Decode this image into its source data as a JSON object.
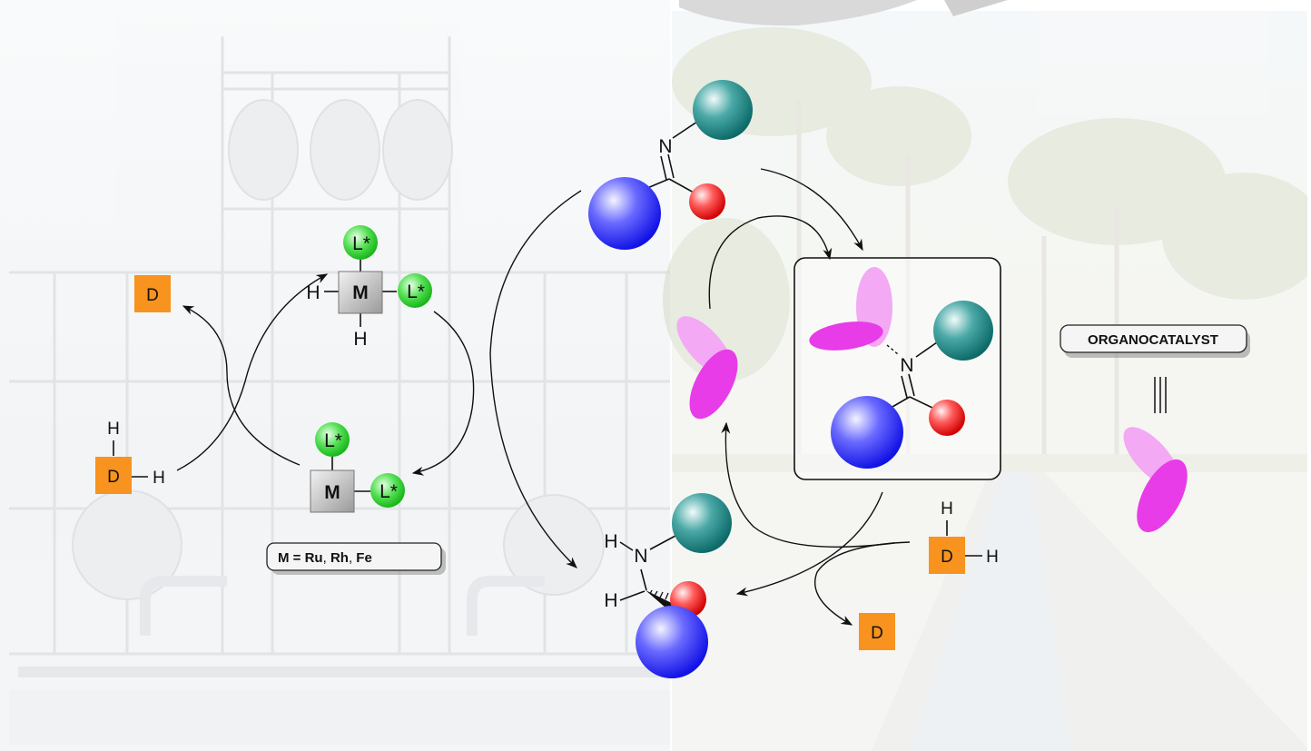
{
  "metal_cycle": {
    "metal_symbol": "M",
    "ligand_label": "L*",
    "hydrogen": "H",
    "donor_label": "D",
    "metal_caption": {
      "prefix": "M = ",
      "ru": "Ru",
      "rh": "Rh",
      "fe": "Fe",
      "sep": ", "
    }
  },
  "organo_cycle": {
    "imine_n": "N",
    "amine_n": "N",
    "hydrogen": "H",
    "donor_label": "D"
  },
  "legend": {
    "organocatalyst_label": "ORGANOCATALYST"
  },
  "colors": {
    "ligand_green": "#22cc22",
    "metal_gray": "#b8b8b8",
    "donor_orange": "#f7931e",
    "sphere_blue": "#1a1aff",
    "sphere_teal": "#127a78",
    "sphere_red": "#e00000",
    "catalyst_magenta": "#e83ce8",
    "catalyst_pink": "#f3a9f3"
  }
}
